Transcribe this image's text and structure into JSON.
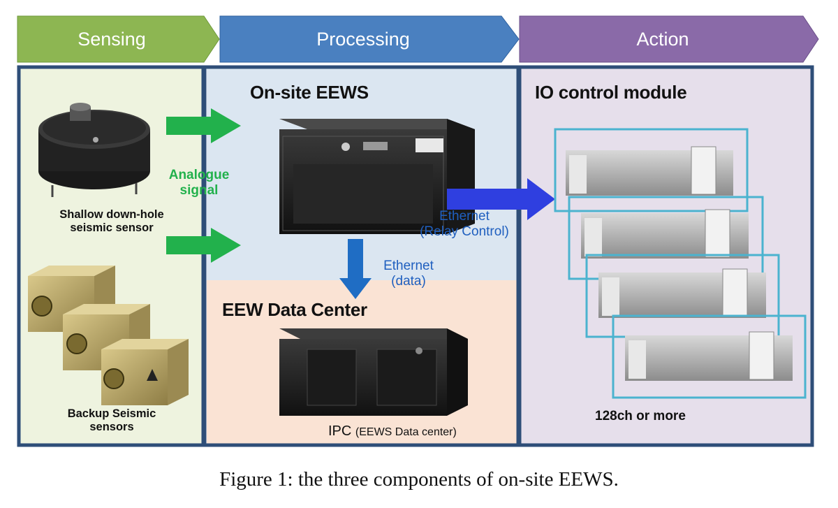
{
  "phases": [
    {
      "label": "Sensing",
      "color": "#8db652"
    },
    {
      "label": "Processing",
      "color": "#4a80c0"
    },
    {
      "label": "Action",
      "color": "#8a6aa8"
    }
  ],
  "sensing": {
    "sensor1_label_line1": "Shallow down-hole",
    "sensor1_label_line2": "seismic sensor",
    "sensor2_label_line1": "Backup Seismic",
    "sensor2_label_line2": "sensors",
    "signal_line1": "Analogue",
    "signal_line2": "signal"
  },
  "processing": {
    "onsite_title": "On-site EEWS",
    "datacenter_title": "EEW Data Center",
    "ethernet_data_line1": "Ethernet",
    "ethernet_data_line2": "(data)",
    "ipc_label": "IPC",
    "ipc_sub": "(EEWS Data center)"
  },
  "action": {
    "title": "IO control module",
    "ethernet_relay_line1": "Ethernet",
    "ethernet_relay_line2": "(Relay Control)",
    "channels": "128ch or more"
  },
  "colors": {
    "sensing_bg": "#eef3df",
    "onsite_bg": "#dbe6f1",
    "datacenter_bg": "#fae3d4",
    "action_bg": "#e6dfeb",
    "frame": "#2e4e78",
    "green_arrow": "#22b14c",
    "blue_arrow": "#2f3fe0",
    "down_arrow": "#1f6dc4",
    "module_frame": "#4bb3cf"
  },
  "caption": "Figure 1: the three components of on-site EEWS."
}
